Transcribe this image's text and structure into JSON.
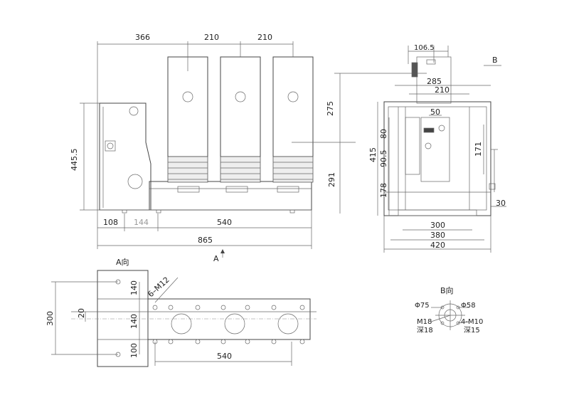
{
  "front_view": {
    "top_dims": [
      "366",
      "210",
      "210"
    ],
    "left_dim": "445.5",
    "right_dims": [
      "275",
      "291"
    ],
    "bottom_dims": [
      "108",
      "144",
      "540"
    ],
    "overall": "865",
    "view_arrow_label": "A"
  },
  "side_view": {
    "view_label": "B",
    "top_dims": [
      "106.5",
      "285",
      "210",
      "50"
    ],
    "left_dims": [
      "415",
      "80",
      "90.5",
      "178"
    ],
    "right_dims": [
      "171",
      "30"
    ],
    "bottom_dims": [
      "300",
      "380",
      "420"
    ]
  },
  "a_view": {
    "title": "A向",
    "hole_label": "6–M12",
    "left_dim": "300",
    "inner_dims": [
      "140",
      "20",
      "140",
      "100"
    ],
    "bottom_dim": "540"
  },
  "b_view": {
    "title": "B向",
    "labels": [
      "Φ75",
      "Φ58",
      "M18",
      "深18",
      "4-M10",
      "深15"
    ]
  }
}
